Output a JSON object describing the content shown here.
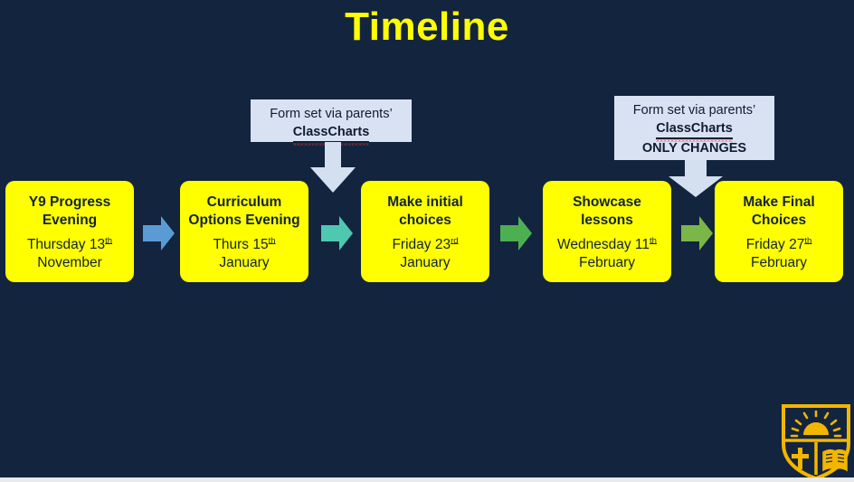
{
  "slide": {
    "title": "Timeline",
    "background_color": "#13243f",
    "title_color": "#ffff00"
  },
  "stages": [
    {
      "id": "y9-progress-evening",
      "title_line1": "Y9 Progress",
      "title_line2": "Evening",
      "date_line1_pre": "Thursday 13",
      "date_line1_sup": "th",
      "date_line2": "November",
      "box_color": "#ffff00"
    },
    {
      "id": "curriculum-options-evening",
      "title_line1": "Curriculum",
      "title_line2": "Options Evening",
      "date_line1_pre": "Thurs 15",
      "date_line1_sup": "th",
      "date_line2": "January",
      "box_color": "#ffff00"
    },
    {
      "id": "make-initial-choices",
      "title_line1": "Make initial",
      "title_line2": "choices",
      "date_line1_pre": "Friday 23",
      "date_line1_sup": "rd",
      "date_line2": "January",
      "box_color": "#ffff00"
    },
    {
      "id": "showcase-lessons",
      "title_line1": "Showcase",
      "title_line2": "lessons",
      "date_line1_pre": "Wednesday 11",
      "date_line1_sup": "th",
      "date_line2": "February",
      "box_color": "#ffff00"
    },
    {
      "id": "make-final-choices",
      "title_line1": "Make Final",
      "title_line2": "Choices",
      "date_line1_pre": "Friday 27",
      "date_line1_sup": "th",
      "date_line2": "February",
      "box_color": "#ffff00"
    }
  ],
  "connector_arrows": [
    {
      "id": "arrow-1",
      "color": "#5b9bd5",
      "direction": "right"
    },
    {
      "id": "arrow-2",
      "color": "#4ec9b0",
      "direction": "right"
    },
    {
      "id": "arrow-3",
      "color": "#4caf50",
      "direction": "right"
    },
    {
      "id": "arrow-4",
      "color": "#7ab648",
      "direction": "right"
    }
  ],
  "notes": [
    {
      "id": "note-initial-choices",
      "line1": "Form set via parents’",
      "line2": "ClassCharts",
      "line3": "",
      "background_color": "#d9e2f3",
      "arrow_color": "#d4e0f0"
    },
    {
      "id": "note-final-choices",
      "line1": "Form set via parents’",
      "line2": "ClassCharts",
      "line3": "ONLY CHANGES",
      "background_color": "#d9e2f3",
      "arrow_color": "#d4e0f0"
    }
  ],
  "logo": {
    "name": "school-crest",
    "shield_color": "#f2b600",
    "field_color": "#13243f",
    "elements": [
      "sun",
      "cross",
      "open-book"
    ]
  }
}
